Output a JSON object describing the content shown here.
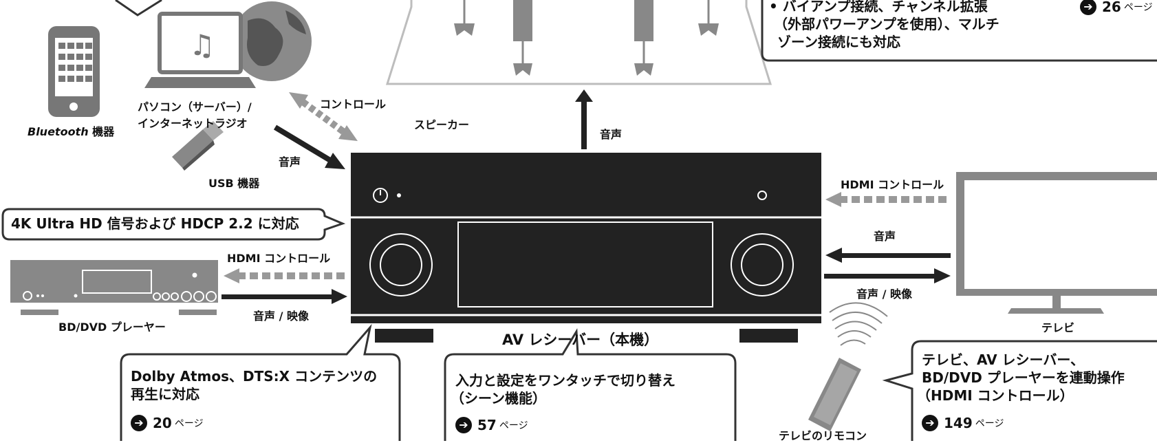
{
  "labels": {
    "bluetooth_italic": "Bluetooth",
    "bluetooth_suffix": " 機器",
    "pc_line1": "パソコン（サーバー）/",
    "pc_line2": "インターネットラジオ",
    "control": "コントロール",
    "audio_pc": "音声",
    "usb": "USB 機器",
    "speakers": "スピーカー",
    "audio_up": "音声",
    "hdmi_control_right": "HDMI コントロール",
    "audio_right": "音声",
    "audio_video_right": "音声 / 映像",
    "tv": "テレビ",
    "hdmi_control_left": "HDMI コントロール",
    "audio_video_left": "音声 / 映像",
    "bd_player": "BD/DVD プレーヤー",
    "receiver": "AV レシーバー（本機）",
    "remote": "テレビのリモコン"
  },
  "top_right_box": {
    "line1": "• バイアンプ接続、チャンネル拡張",
    "line2": "（外部パワーアンプを使用）、マルチ",
    "line3": "ゾーン接続にも対応",
    "page": "26",
    "page_unit": "ページ"
  },
  "callouts": {
    "hd": {
      "text": "4K Ultra HD 信号および HDCP 2.2 に対応"
    },
    "dolby": {
      "line1": "Dolby Atmos、DTS:X コンテンツの",
      "line2": "再生に対応",
      "page": "20",
      "page_unit": "ページ"
    },
    "scene": {
      "line1": "入力と設定をワンタッチで切り替え",
      "line2": "（シーン機能）",
      "page": "57",
      "page_unit": "ページ"
    },
    "hdmi": {
      "line1": "テレビ、AV レシーバー、",
      "line2": "BD/DVD プレーヤーを連動操作",
      "line3": "（HDMI コントロール）",
      "page": "149",
      "page_unit": "ページ"
    }
  },
  "colors": {
    "receiver": "#222222",
    "arrow_dark": "#222222",
    "arrow_gray": "#999999",
    "outline": "#333333"
  }
}
